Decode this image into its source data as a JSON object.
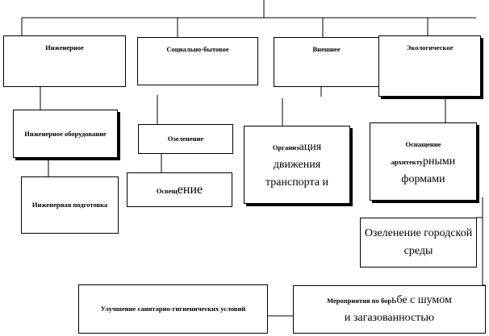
{
  "categories": [
    {
      "id": "engineering",
      "label": "Инженерное"
    },
    {
      "id": "social",
      "label": "Социально-бытовое"
    },
    {
      "id": "external",
      "label": "Внешнее"
    },
    {
      "id": "ecological",
      "label": "Экологическое"
    }
  ],
  "engineering": {
    "equipment": "Инженерное оборудование",
    "preparation": "Инженерная подготовка"
  },
  "social": {
    "greening": "Озеленение",
    "lighting_small": "Освещ",
    "lighting_large": "ение"
  },
  "external": {
    "traffic_small": "Организ",
    "traffic_large_1": "ация",
    "traffic_large_2": "движения",
    "traffic_large_3": "транспорта и"
  },
  "ecological": {
    "equip_small_1": "Оснащение",
    "equip_small_2": "архитекту",
    "equip_large_2": "рными",
    "equip_large_3": "формами",
    "urban_greening": "Озеленение городской среды",
    "noise_small": "Мероприятия по бор",
    "noise_large_1": "ьбе с шумом",
    "noise_large_2": "и загазованностью",
    "sanitary": "Улучшение санитарно-гигиенических условий"
  },
  "colors": {
    "line": "#000000",
    "background": "#ffffff"
  }
}
